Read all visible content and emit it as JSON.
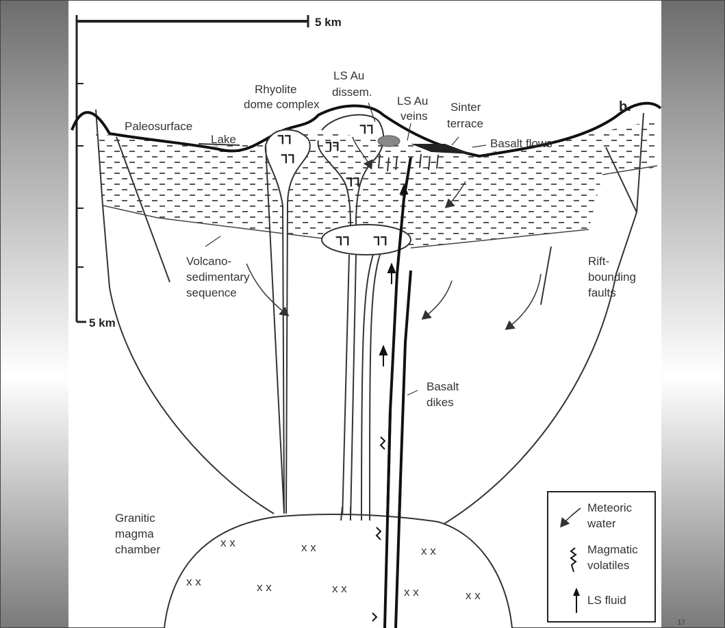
{
  "scale": {
    "top": "5 km",
    "left": "5 km"
  },
  "panel_label": "b.",
  "labels": {
    "paleosurface": "Paleosurface",
    "lake": "Lake",
    "rhyolite": [
      "Rhyolite",
      "dome complex"
    ],
    "ls_au_dissem": [
      "LS Au",
      "dissem."
    ],
    "ls_au_veins": [
      "LS Au",
      "veins"
    ],
    "sinter_terrace": [
      "Sinter",
      "terrace"
    ],
    "basalt_flows": "Basalt flows",
    "volcano_sedimentary": [
      "Volcano-",
      "sedimentary",
      "sequence"
    ],
    "rift_bounding": [
      "Rift-",
      "bounding",
      "faults"
    ],
    "basalt_dikes": [
      "Basalt",
      "dikes"
    ],
    "granitic": [
      "Granitic",
      "magma",
      "chamber"
    ]
  },
  "legend": {
    "meteoric": [
      "Meteoric",
      "water"
    ],
    "magmatic": [
      "Magmatic",
      "volatiles"
    ],
    "ls_fluid": "LS fluid"
  },
  "rhyolite_symbol": "ᒣᒣ",
  "granite_symbol": "x x",
  "page_number": "17"
}
